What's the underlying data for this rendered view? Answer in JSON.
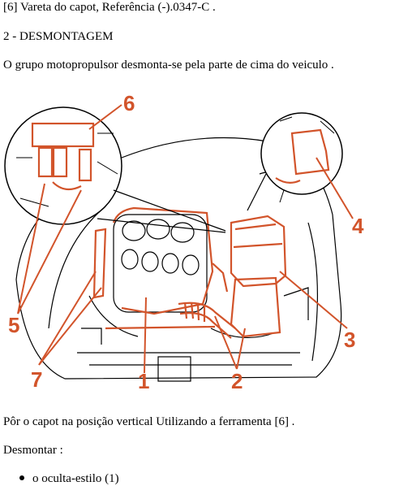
{
  "lines": {
    "ref": "[6] Vareta do capot, Referência (-).0347-C .",
    "section": "2 - DESMONTAGEM",
    "intro": "O grupo motopropulsor desmonta-se pela parte de cima do veiculo .",
    "instruction": "Pôr o capot na posição vertical Utilizando a ferramenta [6] .",
    "remove": "Desmontar :",
    "list_item": "o oculta-estilo (1)"
  },
  "figure": {
    "callouts": [
      "6",
      "4",
      "5",
      "3",
      "7",
      "1",
      "2"
    ]
  },
  "colors": {
    "accent": "#d2542b",
    "line": "#000000"
  }
}
